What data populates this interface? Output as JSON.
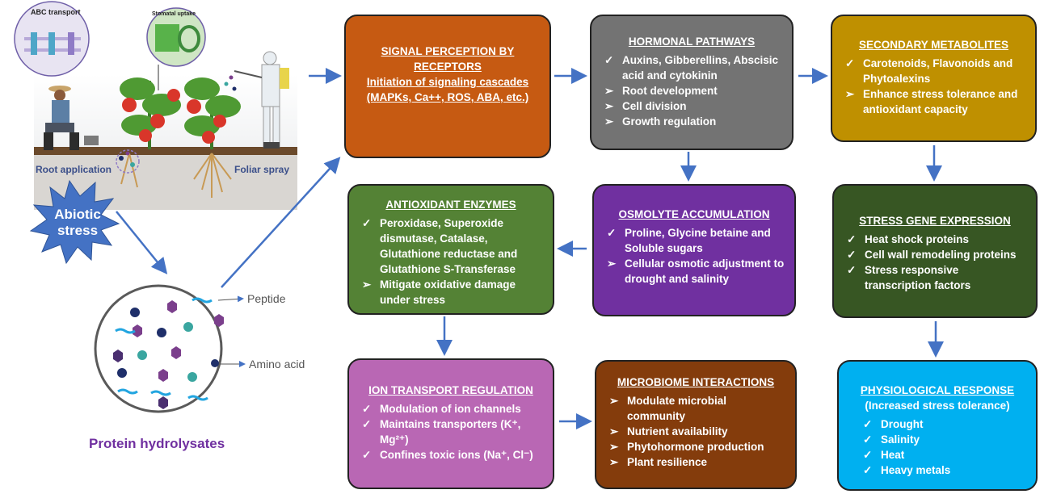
{
  "colors": {
    "arrow": "#4472c4",
    "signal": "#c65a12",
    "hormone": "#737373",
    "secondary": "#bf9000",
    "antiox": "#548235",
    "osmo": "#7030a0",
    "stress": "#375623",
    "ion": "#b967b4",
    "micro": "#843c0c",
    "physio": "#00b0f0",
    "starburst": "#4472c4",
    "hydrolysate_label": "#7030a0"
  },
  "illustration": {
    "abc_transport": "ABC transport",
    "stomatal_uptake": "Stomatal uptake",
    "root_application": "Root application",
    "foliar_spray": "Foliar spray",
    "abiotic_stress_line1": "Abiotic",
    "abiotic_stress_line2": "stress",
    "peptide": "Peptide",
    "amino_acid": "Amino acid",
    "protein_hydrolysates": "Protein hydrolysates"
  },
  "boxes": {
    "signal": {
      "title": "SIGNAL PERCEPTION BY RECEPTORS",
      "line1": "Initiation of signaling cascades",
      "line2": "(MAPKs, Ca++, ROS, ABA, etc.)"
    },
    "hormone": {
      "title": "HORMONAL PATHWAYS",
      "items": [
        {
          "mark": "✓",
          "text": "Auxins, Gibberellins, Abscisic acid and cytokinin"
        },
        {
          "mark": "➢",
          "text": "Root development"
        },
        {
          "mark": "➢",
          "text": "Cell division"
        },
        {
          "mark": "➢",
          "text": "Growth regulation"
        }
      ]
    },
    "secondary": {
      "title": "SECONDARY METABOLITES",
      "items": [
        {
          "mark": "✓",
          "text": "Carotenoids, Flavonoids and Phytoalexins"
        },
        {
          "mark": "➢",
          "text": "Enhance stress tolerance and antioxidant capacity"
        }
      ]
    },
    "antiox": {
      "title": "ANTIOXIDANT ENZYMES",
      "items": [
        {
          "mark": "✓",
          "text": "Peroxidase, Superoxide dismutase, Catalase, Glutathione reductase and Glutathione S-Transferase"
        },
        {
          "mark": "➢",
          "text": "Mitigate oxidative damage under stress"
        }
      ]
    },
    "osmo": {
      "title": "OSMOLYTE ACCUMULATION",
      "items": [
        {
          "mark": "✓",
          "text": "Proline, Glycine betaine and Soluble sugars"
        },
        {
          "mark": "➢",
          "text": "Cellular osmotic adjustment to drought and salinity"
        }
      ]
    },
    "stress": {
      "title": "STRESS GENE EXPRESSION",
      "items": [
        {
          "mark": "✓",
          "text": "Heat shock proteins"
        },
        {
          "mark": "✓",
          "text": "Cell wall remodeling proteins"
        },
        {
          "mark": "✓",
          "text": "Stress responsive transcription factors"
        }
      ]
    },
    "ion": {
      "title": "ION TRANSPORT REGULATION",
      "items": [
        {
          "mark": "✓",
          "text": "Modulation of ion channels"
        },
        {
          "mark": "✓",
          "text": "Maintains transporters (K⁺, Mg²⁺)"
        },
        {
          "mark": "✓",
          "text": "Confines toxic ions (Na⁺, Cl⁻)"
        }
      ]
    },
    "micro": {
      "title": "MICROBIOME INTERACTIONS",
      "items": [
        {
          "mark": "➢",
          "text": "Modulate microbial community"
        },
        {
          "mark": "➢",
          "text": "Nutrient availability"
        },
        {
          "mark": "➢",
          "text": "Phytohormone production"
        },
        {
          "mark": "➢",
          "text": "Plant resilience"
        }
      ]
    },
    "physio": {
      "title": "PHYSIOLOGICAL RESPONSE",
      "subtitle": "(Increased stress tolerance)",
      "items": [
        {
          "mark": "✓",
          "text": "Drought"
        },
        {
          "mark": "✓",
          "text": "Salinity"
        },
        {
          "mark": "✓",
          "text": "Heat"
        },
        {
          "mark": "✓",
          "text": "Heavy metals"
        }
      ]
    }
  }
}
